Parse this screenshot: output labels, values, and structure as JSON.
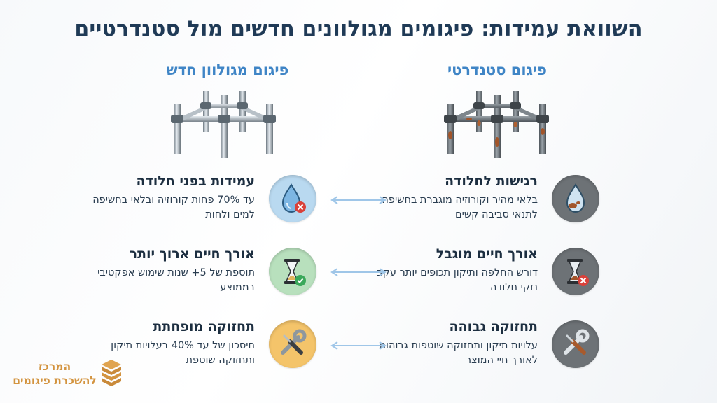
{
  "title": "השוואת עמידות: פיגומים מגולוונים חדשים מול סטנדרטיים",
  "columns": {
    "standard": {
      "title": "פיגום סטנדרטי"
    },
    "galvanized": {
      "title": "פיגום מגולוון חדש"
    }
  },
  "standard_items": [
    {
      "title": "רגישות לחלודה",
      "desc": "בלאי מהיר וקורוזיה מוגברת בחשיפה לתנאי סביבה קשים",
      "icon": "rusty-drop-icon"
    },
    {
      "title": "אורך חיים מוגבל",
      "desc": "דורש החלפה ותיקון תכופים יותר עקב נזקי חלודה",
      "icon": "hourglass-x-icon"
    },
    {
      "title": "תחזוקה גבוהה",
      "desc": "עלויות תיקון ותחזוקה שוטפות גבוהות לאורך חיי המוצר",
      "icon": "wrench-screwdriver-icon"
    }
  ],
  "galvanized_items": [
    {
      "title": "עמידות בפני חלודה",
      "desc": "עד 70% פחות קורוזיה ובלאי בחשיפה למים ולחות",
      "icon": "drop-x-icon"
    },
    {
      "title": "אורך חיים ארוך יותר",
      "desc": "תוספת של 5+ שנות שימוש אפקטיבי בממוצע",
      "icon": "hourglass-check-icon"
    },
    {
      "title": "תחזוקה מופחתת",
      "desc": "חיסכון של עד 40% בעלויות תיקון ותחזוקה שוטפת",
      "icon": "wrench-screwdriver-icon"
    }
  ],
  "logo": {
    "line1": "המרכז",
    "line2": "להשכרת פיגומים"
  },
  "colors": {
    "title": "#1f3a56",
    "column_title": "#3f85c6",
    "standard_icon_bg": "#6d7276",
    "galvanized_drop_bg": "#b9d9f0",
    "galvanized_hourglass_bg": "#b8e0bd",
    "galvanized_tools_bg": "#f4c46a",
    "arrow": "#9fc6e8",
    "logo": "#d39440"
  }
}
